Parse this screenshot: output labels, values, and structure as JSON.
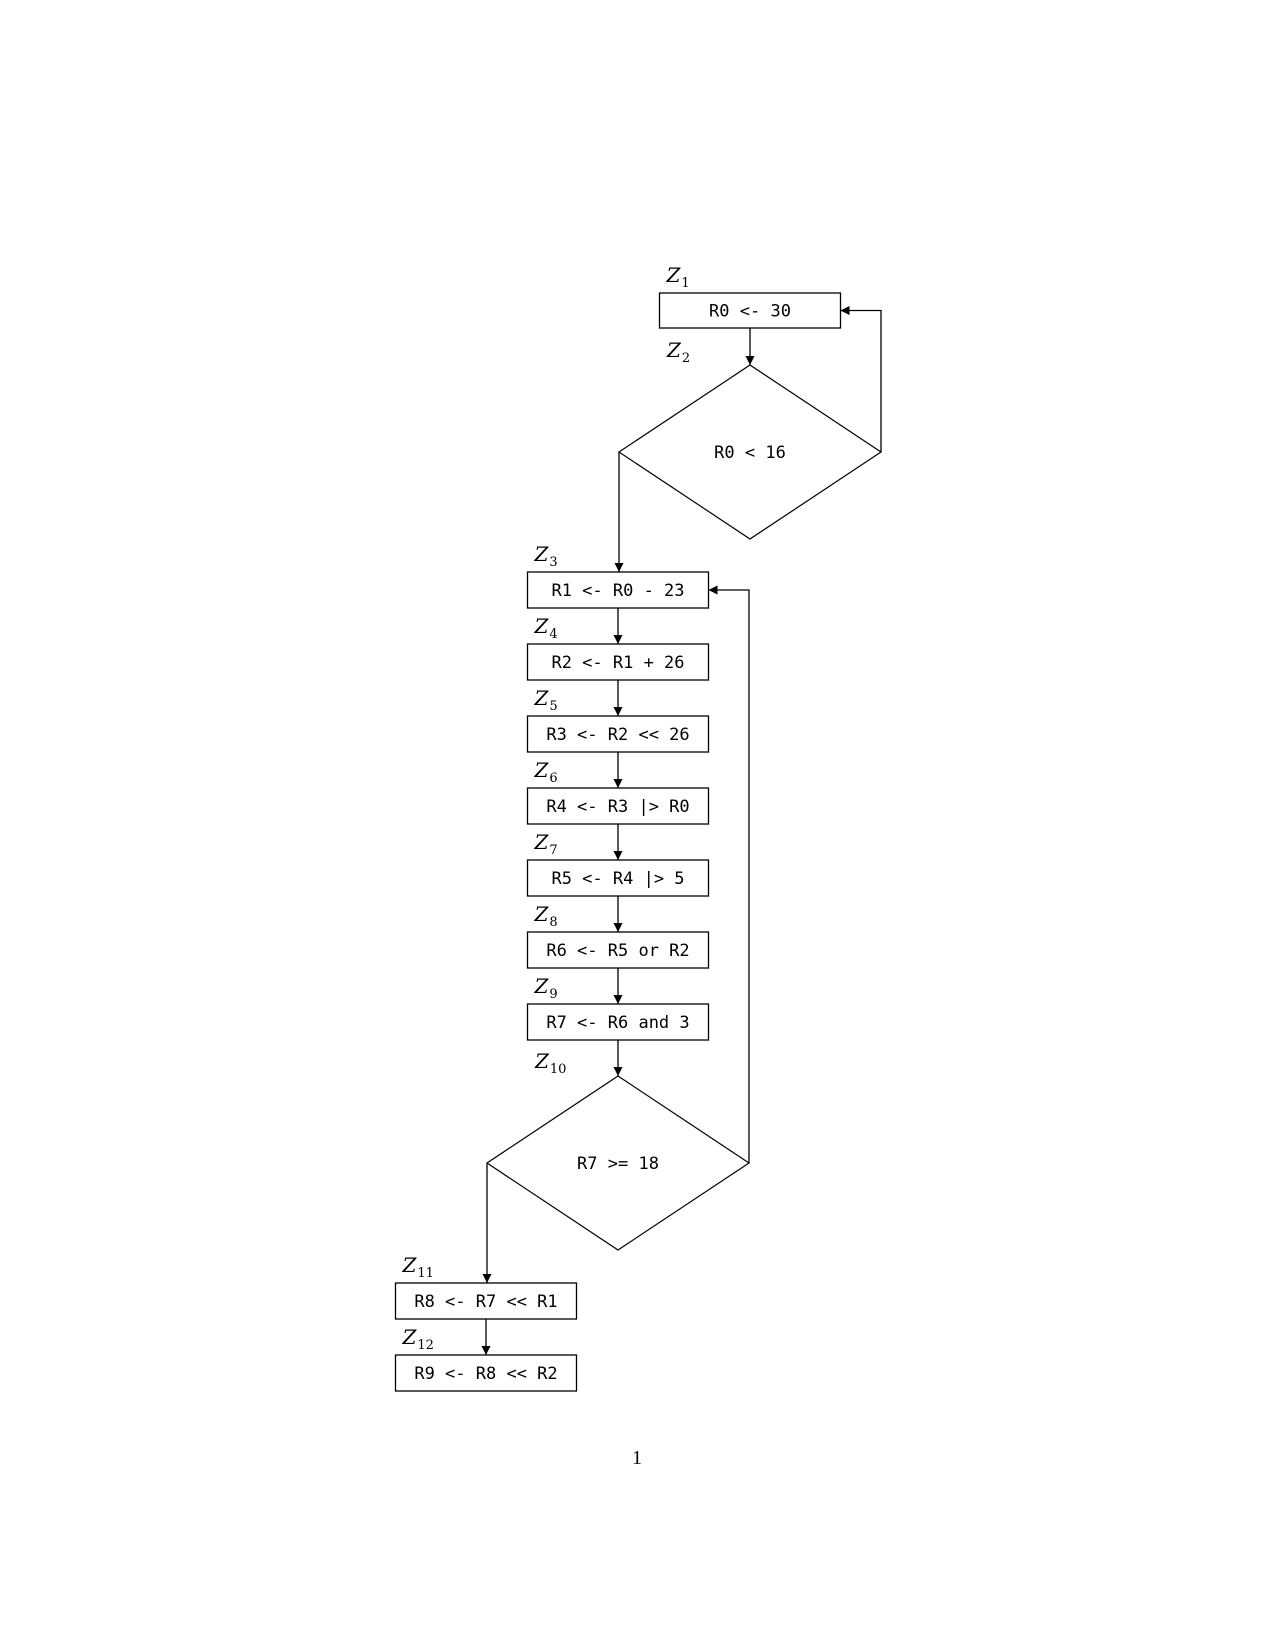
{
  "nodes": [
    {
      "id": "z1",
      "shape": "box",
      "text": "R0 <- 30",
      "label": "Z",
      "sub": "1"
    },
    {
      "id": "z2",
      "shape": "diamond",
      "text": "R0 < 16",
      "label": "Z",
      "sub": "2"
    },
    {
      "id": "z3",
      "shape": "box",
      "text": "R1 <- R0 - 23",
      "label": "Z",
      "sub": "3"
    },
    {
      "id": "z4",
      "shape": "box",
      "text": "R2 <- R1 + 26",
      "label": "Z",
      "sub": "4"
    },
    {
      "id": "z5",
      "shape": "box",
      "text": "R3 <- R2 << 26",
      "label": "Z",
      "sub": "5"
    },
    {
      "id": "z6",
      "shape": "box",
      "text": "R4 <- R3 |> R0",
      "label": "Z",
      "sub": "6"
    },
    {
      "id": "z7",
      "shape": "box",
      "text": "R5 <- R4 |> 5",
      "label": "Z",
      "sub": "7"
    },
    {
      "id": "z8",
      "shape": "box",
      "text": "R6 <- R5 or R2",
      "label": "Z",
      "sub": "8"
    },
    {
      "id": "z9",
      "shape": "box",
      "text": "R7 <- R6 and 3",
      "label": "Z",
      "sub": "9"
    },
    {
      "id": "z10",
      "shape": "diamond",
      "text": "R7 >= 18",
      "label": "Z",
      "sub": "10"
    },
    {
      "id": "z11",
      "shape": "box",
      "text": "R8 <- R7 << R1",
      "label": "Z",
      "sub": "11"
    },
    {
      "id": "z12",
      "shape": "box",
      "text": "R9 <- R8 << R2",
      "label": "Z",
      "sub": "12"
    }
  ],
  "edges": [
    {
      "from": "z1",
      "to": "z2"
    },
    {
      "from": "z2",
      "to": "z3",
      "branch": "left"
    },
    {
      "from": "z2",
      "to": "z1",
      "branch": "right"
    },
    {
      "from": "z3",
      "to": "z4"
    },
    {
      "from": "z4",
      "to": "z5"
    },
    {
      "from": "z5",
      "to": "z6"
    },
    {
      "from": "z6",
      "to": "z7"
    },
    {
      "from": "z7",
      "to": "z8"
    },
    {
      "from": "z8",
      "to": "z9"
    },
    {
      "from": "z9",
      "to": "z10"
    },
    {
      "from": "z10",
      "to": "z11",
      "branch": "left"
    },
    {
      "from": "z10",
      "to": "z3",
      "branch": "right"
    },
    {
      "from": "z11",
      "to": "z12"
    }
  ],
  "page_number": "1"
}
